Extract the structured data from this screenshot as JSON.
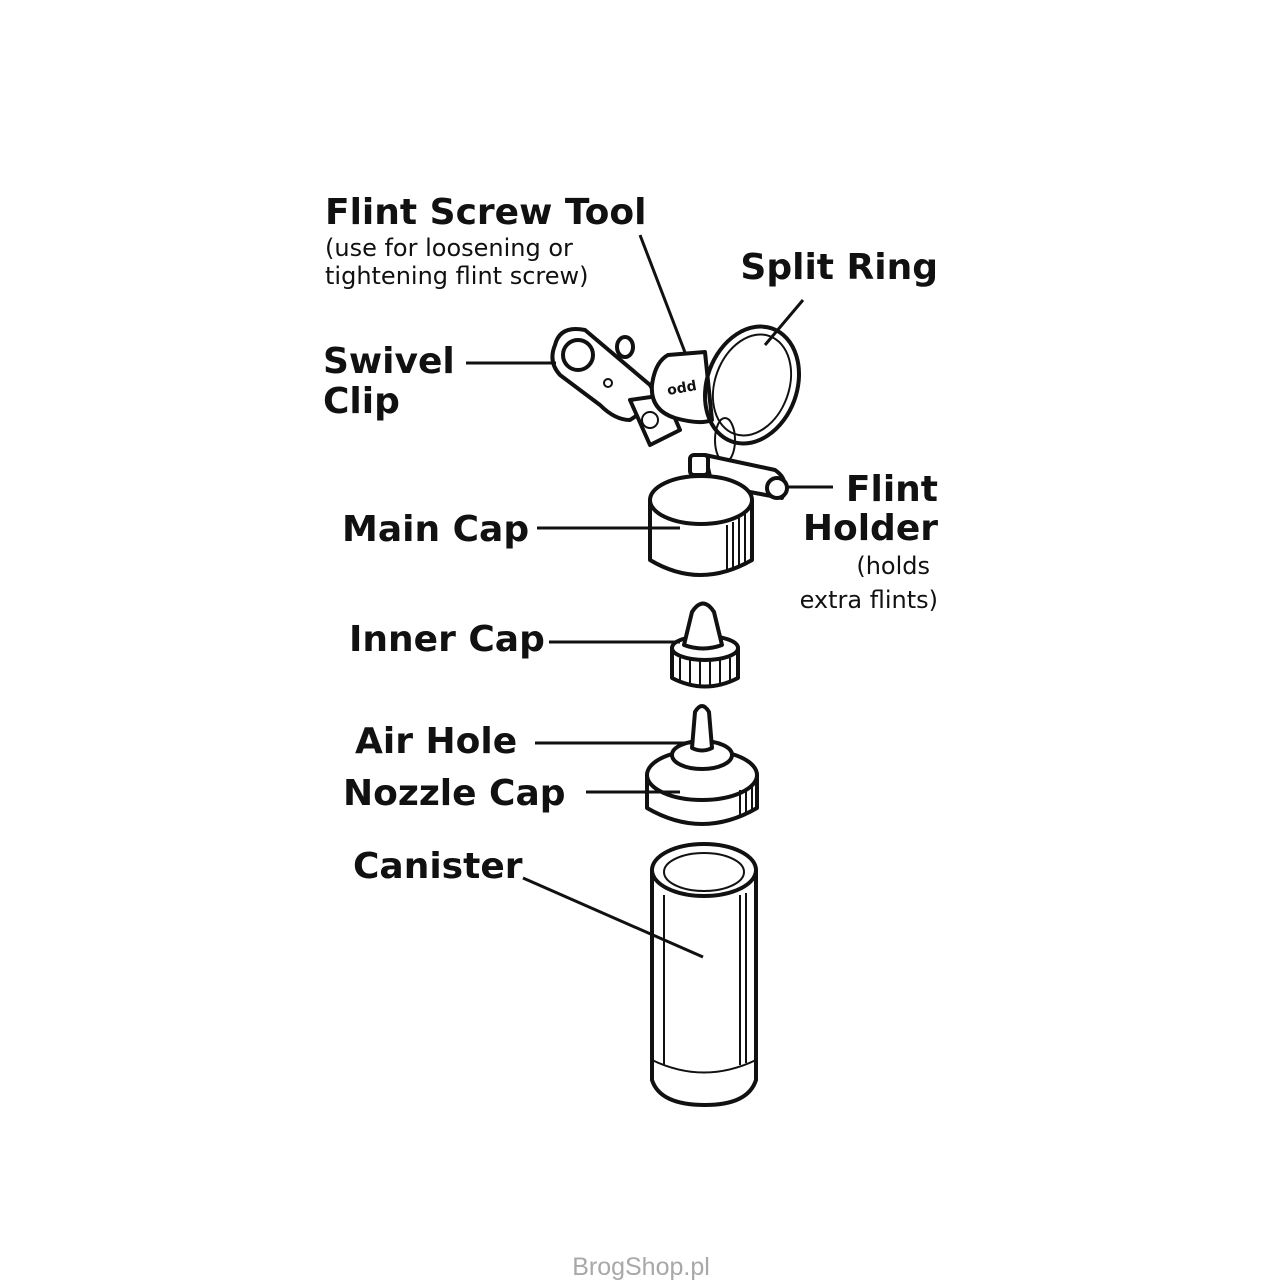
{
  "labels": {
    "flint_screw_tool": "Flint Screw Tool",
    "flint_screw_tool_note_1": "(use for loosening or",
    "flint_screw_tool_note_2": "tightening flint screw)",
    "split_ring": "Split Ring",
    "swivel_clip_1": "Swivel",
    "swivel_clip_2": "Clip",
    "flint_holder_1": "Flint",
    "flint_holder_2": "Holder",
    "flint_holder_note_1": "(holds",
    "flint_holder_note_2": "extra flints)",
    "main_cap": "Main Cap",
    "inner_cap": "Inner Cap",
    "air_hole": "Air Hole",
    "nozzle_cap": "Nozzle Cap",
    "canister": "Canister"
  },
  "watermark": "BrogShop.pl"
}
